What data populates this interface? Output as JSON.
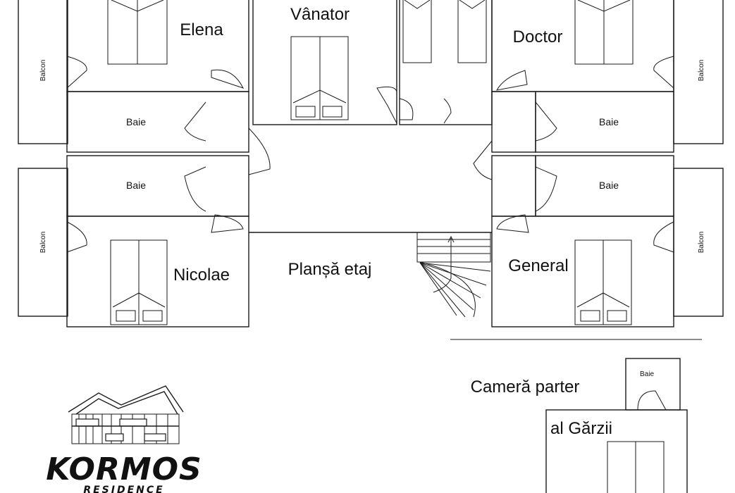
{
  "labels": {
    "elena": "Elena",
    "vanator": "Vânator",
    "doctor": "Doctor",
    "nicolae": "Nicolae",
    "general": "General",
    "baie": "Baie",
    "balcon": "Balcon",
    "floor_plan": "Planșă etaj",
    "ground_room_1": "Cameră parter",
    "ground_room_2": "al Gărzii"
  },
  "logo": {
    "name": "KORMOS",
    "subtitle": "RESIDENCE"
  }
}
